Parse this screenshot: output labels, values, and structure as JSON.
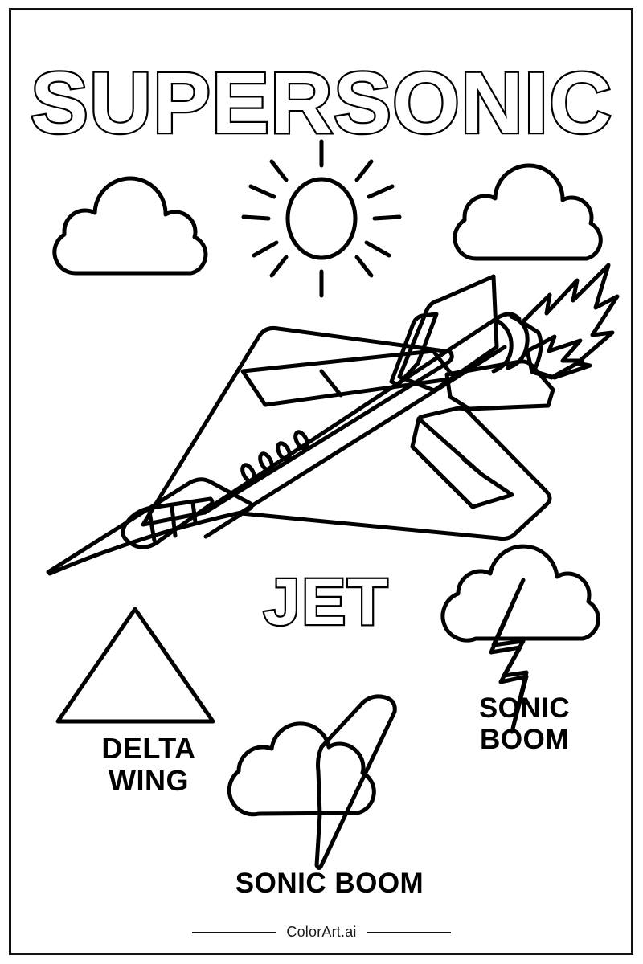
{
  "page": {
    "title_word": "SUPERSONIC",
    "subject_word": "JET",
    "background_color": "#ffffff",
    "ink_color": "#000000",
    "style": "coloring-page-outline"
  },
  "decorations": {
    "cloud_left": "cloud-icon",
    "sun": "sun-icon",
    "cloud_right": "cloud-icon",
    "aircraft": "supersonic-jet-illustration",
    "flame": "exhaust-flame-icon"
  },
  "items": [
    {
      "id": "delta-wing",
      "icon": "triangle-icon",
      "label_lines": [
        "DELTA",
        "WING"
      ],
      "label": "DELTA\nWING"
    },
    {
      "id": "sonic-boom-cloud-bolt",
      "icon": "cloud-lightning-icon",
      "label_lines": [
        "SONIC BOOM"
      ],
      "label": "SONIC BOOM"
    },
    {
      "id": "sonic-boom-thundercloud",
      "icon": "thundercloud-icon",
      "label_lines": [
        "SONIC",
        "BOOM"
      ],
      "label": "SONIC\nBOOM"
    }
  ],
  "footer": {
    "brand": "ColorArt.ai"
  }
}
